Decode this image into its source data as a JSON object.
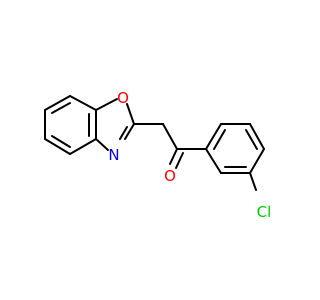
{
  "molecule": {
    "atoms": {
      "oxygen_ring": {
        "symbol": "O",
        "color": "#ff0000"
      },
      "nitrogen_ring": {
        "symbol": "N",
        "color": "#0000ff"
      },
      "oxygen_carbonyl": {
        "symbol": "O",
        "color": "#ff0000"
      },
      "chlorine": {
        "symbol": "Cl",
        "color": "#00cc00"
      }
    }
  }
}
